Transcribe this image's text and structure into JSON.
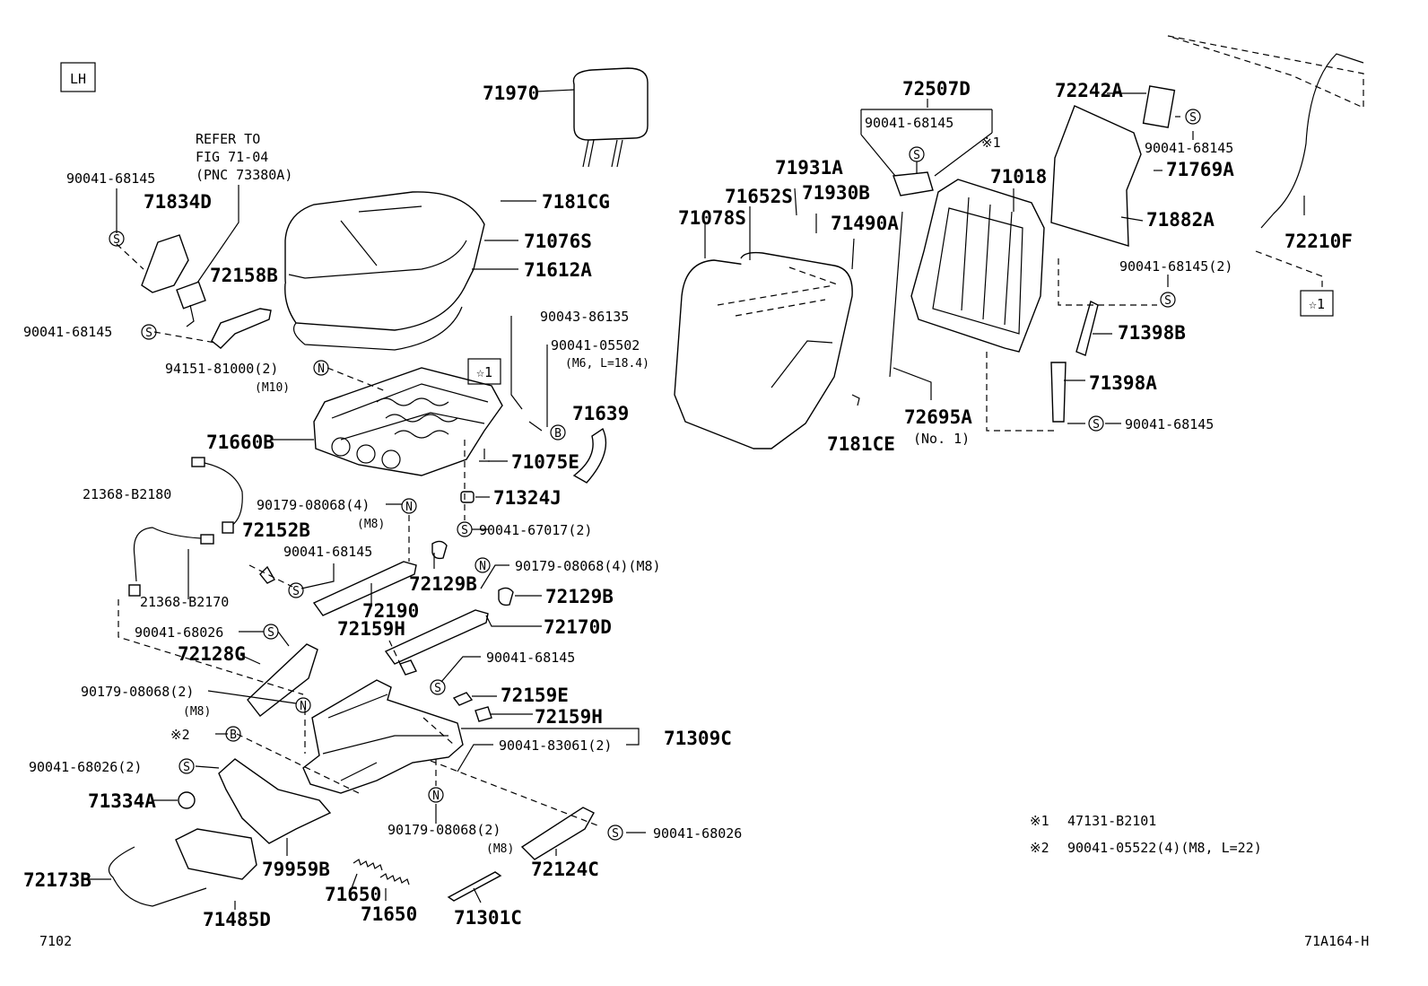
{
  "header": {
    "side_badge": "LH",
    "refer_line1": "REFER TO",
    "refer_line2": "FIG 71-04",
    "refer_line3": "(PNC 73380A)"
  },
  "footer": {
    "figure_code": "7102",
    "drawing_id": "71A164-H"
  },
  "notes": {
    "note1_mark": "※1",
    "note1_text": "47131-B2101",
    "note2_mark": "※2",
    "note2_text": "90041-05522(4)(M8, L=22)"
  },
  "labels": {
    "p71970": "71970",
    "p7181CG": "7181CG",
    "p71076S": "71076S",
    "p71612A": "71612A",
    "p90041_68145_a": "90041-68145",
    "p71834D": "71834D",
    "p72158B": "72158B",
    "p90041_68145_b": "90041-68145",
    "p94151": "94151-81000(2)",
    "m10": "(M10)",
    "p90043": "90043-86135",
    "p90041_05502": "90041-05502",
    "m6": "(M6, L=18.4)",
    "star1": "☆1",
    "p71639": "71639",
    "p71660B": "71660B",
    "p71075E": "71075E",
    "p71324J": "71324J",
    "p21368_B2180": "21368-B2180",
    "p90179_a": "90179-08068(4)",
    "m8_a": "(M8)",
    "p90041_67017": "90041-67017(2)",
    "p72152B": "72152B",
    "p90041_68145_c": "90041-68145",
    "p21368_B2170": "21368-B2170",
    "p72129B_a": "72129B",
    "p90179_b": "90179-08068(4)(M8)",
    "p72129B_b": "72129B",
    "p72190": "72190",
    "p72170D": "72170D",
    "p72159H_a": "72159H",
    "p90041_68026_a": "90041-68026",
    "p72128G": "72128G",
    "p90041_68145_d": "90041-68145",
    "p90179_c": "90179-08068(2)",
    "m8_c": "(M8)",
    "p72159E": "72159E",
    "p72159H_b": "72159H",
    "note2_ref": "※2",
    "p71309C": "71309C",
    "p90041_83061": "90041-83061(2)",
    "p90041_68026_b": "90041-68026(2)",
    "p71334A": "71334A",
    "p90179_d": "90179-08068(2)",
    "m8_d": "(M8)",
    "p90041_68026_c": "90041-68026",
    "p72173B": "72173B",
    "p79959B": "79959B",
    "p71650_a": "71650",
    "p71650_b": "71650",
    "p72124C": "72124C",
    "p71485D": "71485D",
    "p71301C": "71301C",
    "p72507D": "72507D",
    "p90041_68145_e": "90041-68145",
    "note1_ref": "※1",
    "p71931A": "71931A",
    "p71652S": "71652S",
    "p71930B": "71930B",
    "p71078S": "71078S",
    "p71490A": "71490A",
    "p71018": "71018",
    "p72695A": "72695A",
    "no1": "(No. 1)",
    "p7181CE": "7181CE",
    "p72242A": "72242A",
    "p90041_68145_f": "90041-68145",
    "p71769A": "71769A",
    "p71882A": "71882A",
    "p90041_68145_g": "90041-68145(2)",
    "p71398B": "71398B",
    "p71398A": "71398A",
    "p90041_68145_h": "90041-68145",
    "p72210F": "72210F",
    "star1_b": "☆1"
  },
  "symbols": {
    "s": "S",
    "n": "N",
    "b": "B"
  }
}
